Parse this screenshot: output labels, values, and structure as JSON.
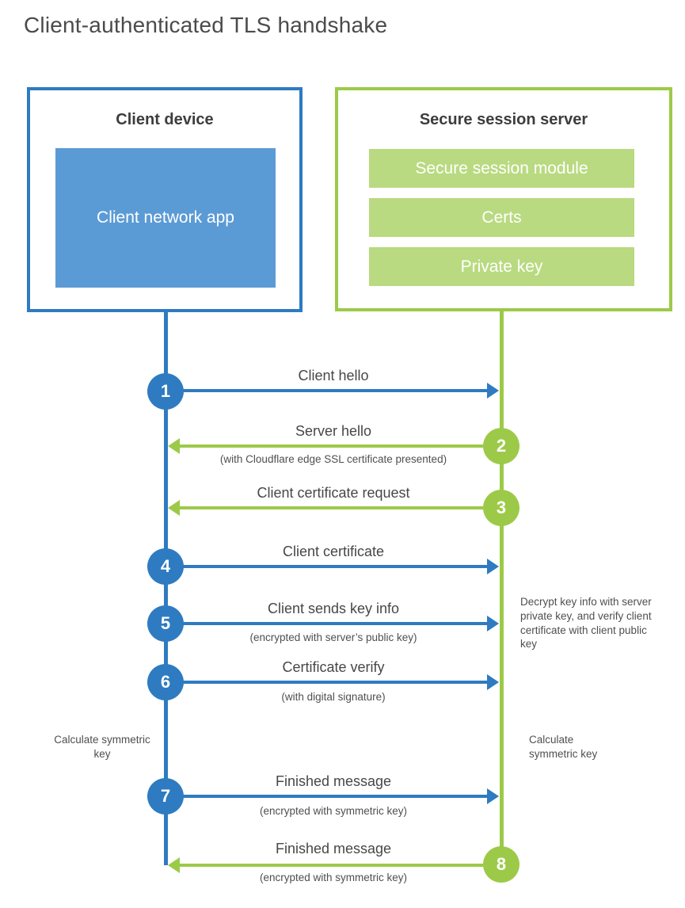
{
  "title": "Client-authenticated TLS handshake",
  "colors": {
    "blue": "#2E7BC1",
    "blue_fill": "#5B9BD5",
    "green": "#9CCA48",
    "green_fill": "#B9DA80"
  },
  "client": {
    "title": "Client device",
    "app_label": "Client network app"
  },
  "server": {
    "title": "Secure session server",
    "modules": [
      "Secure session module",
      "Certs",
      "Private key"
    ]
  },
  "steps": [
    {
      "num": "1",
      "from": "client",
      "to": "server",
      "label": "Client hello",
      "sublabel": ""
    },
    {
      "num": "2",
      "from": "server",
      "to": "client",
      "label": "Server hello",
      "sublabel": "(with Cloudflare edge SSL certificate presented)"
    },
    {
      "num": "3",
      "from": "server",
      "to": "client",
      "label": "Client certificate request",
      "sublabel": ""
    },
    {
      "num": "4",
      "from": "client",
      "to": "server",
      "label": "Client certificate",
      "sublabel": ""
    },
    {
      "num": "5",
      "from": "client",
      "to": "server",
      "label": "Client sends key info",
      "sublabel": "(encrypted with server’s public key)"
    },
    {
      "num": "6",
      "from": "client",
      "to": "server",
      "label": "Certificate verify",
      "sublabel": "(with digital signature)"
    },
    {
      "num": "7",
      "from": "client",
      "to": "server",
      "label": "Finished message",
      "sublabel": "(encrypted with symmetric key)"
    },
    {
      "num": "8",
      "from": "server",
      "to": "client",
      "label": "Finished message",
      "sublabel": "(encrypted with symmetric key)"
    }
  ],
  "notes": {
    "left_calculate": "Calculate symmetric key",
    "right_calculate": "Calculate symmetric key",
    "decrypt": "Decrypt key info with server private key, and verify client certificate with client public key"
  }
}
